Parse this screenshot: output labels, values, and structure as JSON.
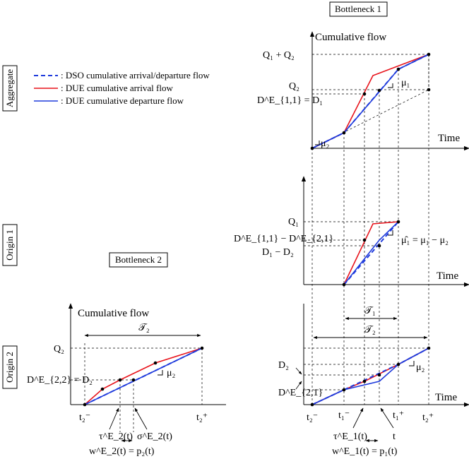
{
  "colors": {
    "dso": "#1f3bdc",
    "due_arrival": "#e8141c",
    "due_departure": "#1f3bdc",
    "axis": "#000000"
  },
  "boxes": {
    "bottleneck1": "Bottleneck 1",
    "bottleneck2": "Bottleneck 2",
    "aggregate": "Aggregate",
    "origin1": "Origin 1",
    "origin2": "Origin 2"
  },
  "legend": {
    "dso": ": DSO cumulative arrival/departure flow",
    "due_arrival": ": DUE cumulative arrival flow",
    "due_departure": ": DUE cumulative departure flow"
  },
  "axes": {
    "cumulative_flow": "Cumulative flow",
    "time": "Time"
  },
  "labels": {
    "q1_plus_q2": "Q₁ + Q₂",
    "q2": "Q₂",
    "q1": "Q₁",
    "de11_eq_d1": "D^E_{1,1} = D₁",
    "mu1": "μ₁",
    "mu2": "μ₂",
    "de11_minus_de21": "D^E_{1,1} − D^E_{2,1}",
    "d1_minus_d2": "D₁ − D₂",
    "mu_hat": "μ̂₁ = μ₁ − μ₂",
    "tau1_cal": "𝒯₁",
    "tau2_cal": "𝒯₂",
    "de22_eq_d2": "D^E_{2,2} = D₂",
    "d2": "D₂",
    "de21": "D^E_{2,1}",
    "t2_minus": "t₂⁻",
    "t2_plus": "t₂⁺",
    "t1_minus": "t₁⁻",
    "t1_plus": "t₁⁺",
    "t": "t",
    "tau2e": "τ^E_2(t)",
    "sigma2e": "σ^E_2(t)",
    "w2e": "w^E_2(t) = p₂(t)",
    "tau1e": "τ^E_1(t)",
    "w1e": "w^E_1(t) = p₁(t)"
  }
}
